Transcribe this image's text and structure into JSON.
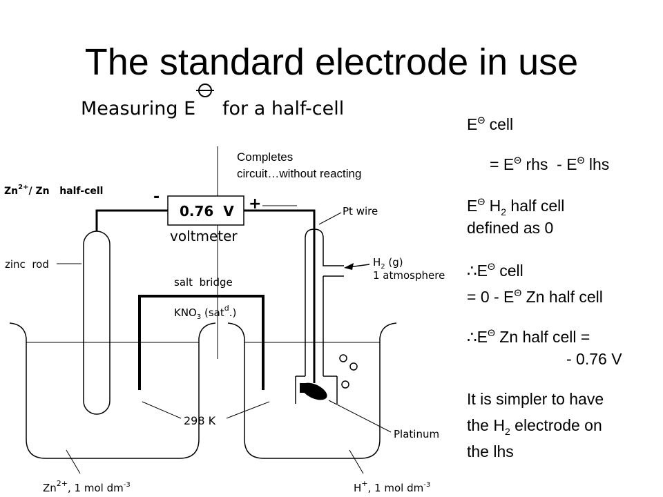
{
  "slide": {
    "title": "The standard electrode in use",
    "annotation_line1": "Completes",
    "annotation_line2": "circuit…without reacting"
  },
  "diagram": {
    "heading": "Measuring E",
    "heading_suffix": "for a half-cell",
    "half_cell_label": "Zn",
    "half_cell_label_sup": "2+",
    "half_cell_label_rest": "/ Zn   half-cell",
    "minus": "-",
    "plus": "+",
    "voltage": "0.76  V",
    "voltmeter": "voltmeter",
    "pt_wire": "Pt wire",
    "zinc_rod": "zinc  rod",
    "h2_gas": "H",
    "h2_sub": "2",
    "h2_gas_rest": " (g)",
    "atmosphere": "1 atmosphere",
    "salt_bridge": "salt  bridge",
    "kno3": "KNO",
    "kno3_sub": "3",
    "kno3_rest": " (sat",
    "kno3_sup": "d",
    "kno3_end": ".)",
    "temperature": "298 K",
    "platinum": "Platinum",
    "zn_solution": "Zn",
    "zn_solution_sup": "2+",
    "zn_solution_rest": ", 1 mol dm",
    "zn_solution_exp": "-3",
    "h_solution": "H",
    "h_solution_sup": "+",
    "h_solution_rest": ", 1 mol dm",
    "h_solution_exp": "-3"
  },
  "equations": {
    "e": "E",
    "theta": "Θ",
    "cell": " cell",
    "eq_prefix": "= E",
    "rhs": " rhs  - E",
    "lhs": " lhs",
    "h2_prefix": "E",
    "h2_mid": " H",
    "h2_sub": "2",
    "h2_rest": " half cell",
    "defined": "defined as 0",
    "therefore": "∴",
    "therefore_cell": " cell",
    "zero_line": "= 0 - E",
    "zero_line_rest": " Zn half cell",
    "zn_cell": " Zn half cell =",
    "value": "- 0.76 V",
    "simpler1": "It is simpler to have",
    "simpler2_a": "the H",
    "simpler2_sub": "2",
    "simpler2_b": " electrode on",
    "simpler3": "the lhs"
  }
}
